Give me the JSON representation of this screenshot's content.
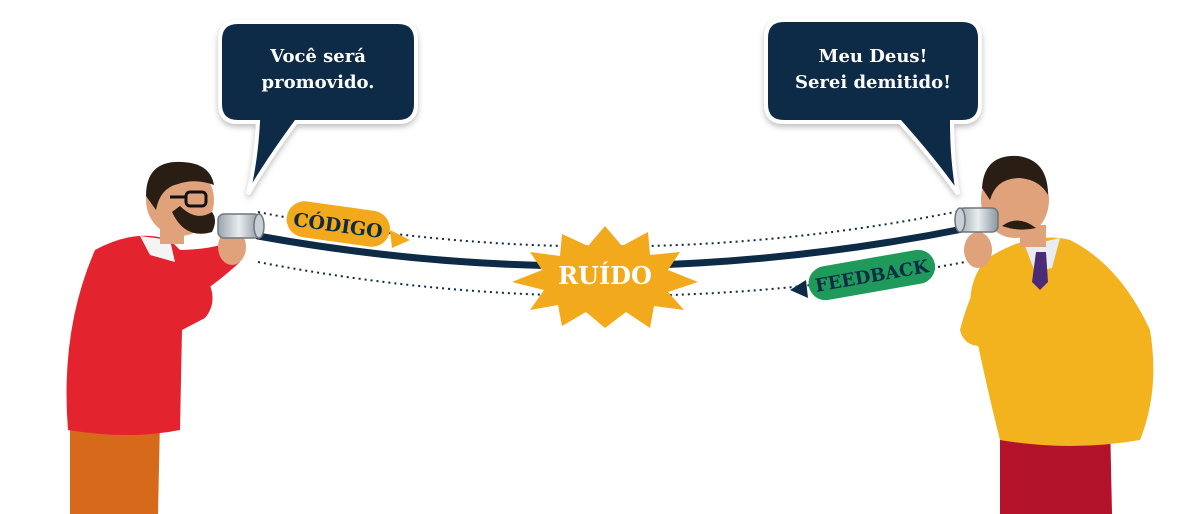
{
  "bubble_left": {
    "line1": "Você será",
    "line2": "promovido."
  },
  "bubble_right": {
    "line1": "Meu Deus!",
    "line2": "Serei demitido!"
  },
  "label_codigo": "CÓDIGO",
  "label_ruido": "RUÍDO",
  "label_feedback": "FEEDBACK",
  "colors": {
    "navy": "#0d2a47",
    "orange": "#f3a91c",
    "green": "#1f9a5a",
    "red_sweater": "#e3232d",
    "yellow_sweater": "#f2b31e",
    "orange_pants": "#d66a1a",
    "red_pants": "#b3122b",
    "skin": "#e0a27a",
    "hair": "#2a1d14"
  },
  "icons": {
    "left_tin_can": "tin-can-icon",
    "right_tin_can": "tin-can-icon"
  }
}
